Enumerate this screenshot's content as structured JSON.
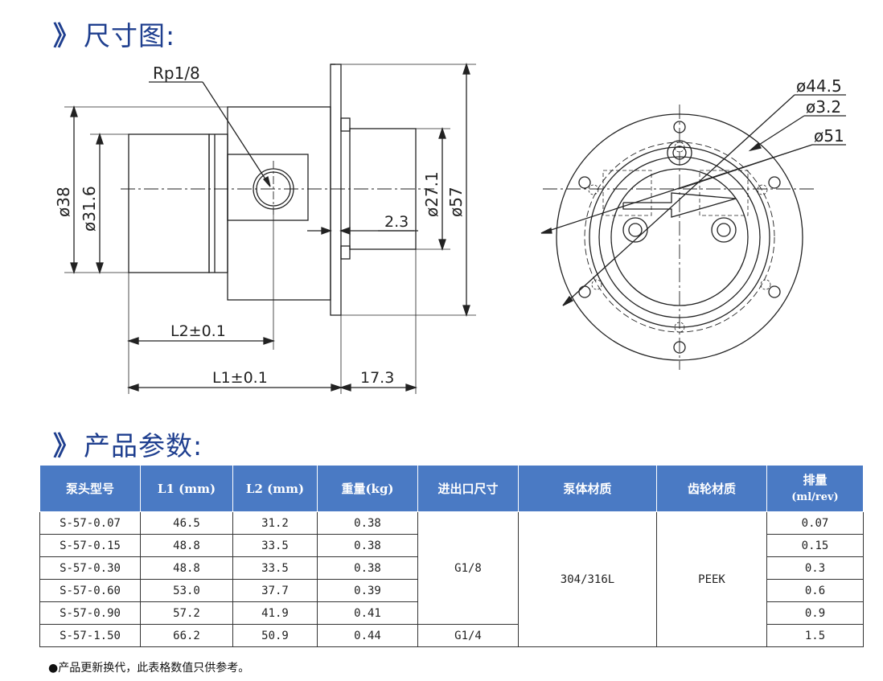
{
  "sections": {
    "dimensions_title": "尺寸图:",
    "params_title": "产品参数:",
    "chevron": "》"
  },
  "drawing": {
    "port_label": "Rp1/8",
    "dia_38": "ø38",
    "dia_31_6": "ø31.6",
    "dia_27_1": "ø27.1",
    "dia_57": "ø57",
    "dim_2_3": "2.3",
    "dim_L2": "L2±0.1",
    "dim_L1": "L1±0.1",
    "dim_17_3": "17.3",
    "dia_44_5": "ø44.5",
    "dia_3_2": "ø3.2",
    "dia_51": "ø51"
  },
  "table": {
    "headers": {
      "model": "泵头型号",
      "l1": "L1 (mm)",
      "l2": "L2 (mm)",
      "weight": "重量(kg)",
      "port": "进出口尺寸",
      "body": "泵体材质",
      "gear": "齿轮材质",
      "disp_line1": "排量",
      "disp_line2": "(ml/rev)"
    },
    "rows": [
      {
        "model": "S-57-0.07",
        "l1": "46.5",
        "l2": "31.2",
        "weight": "0.38",
        "disp": "0.07"
      },
      {
        "model": "S-57-0.15",
        "l1": "48.8",
        "l2": "33.5",
        "weight": "0.38",
        "disp": "0.15"
      },
      {
        "model": "S-57-0.30",
        "l1": "48.8",
        "l2": "33.5",
        "weight": "0.38",
        "disp": "0.3"
      },
      {
        "model": "S-57-0.60",
        "l1": "53.0",
        "l2": "37.7",
        "weight": "0.39",
        "disp": "0.6"
      },
      {
        "model": "S-57-0.90",
        "l1": "57.2",
        "l2": "41.9",
        "weight": "0.41",
        "disp": "0.9"
      },
      {
        "model": "S-57-1.50",
        "l1": "66.2",
        "l2": "50.9",
        "weight": "0.44",
        "disp": "1.5"
      }
    ],
    "port_group1": "G1/8",
    "port_group2": "G1/4",
    "body_material": "304/316L",
    "gear_material": "PEEK"
  },
  "footnote": "●产品更新换代，此表格数值只供参考。"
}
